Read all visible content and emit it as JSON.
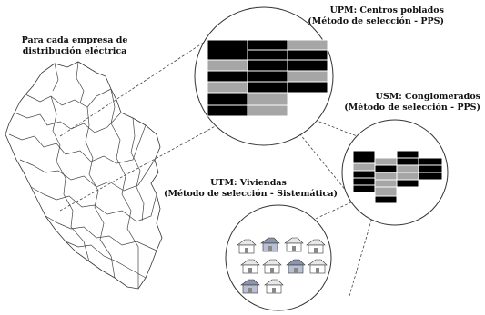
{
  "map_caption": {
    "line1": "Para cada empresa de",
    "line2": "distribución eléctrica"
  },
  "upm": {
    "title": "UPM: Centros poblados",
    "method": "(Método de selección - PPS)"
  },
  "usm": {
    "title": "USM: Conglomerados",
    "method": "(Método de selección - PPS)"
  },
  "utm": {
    "title": "UTM: Viviendas",
    "method": "(Método de selección - Sistemática)"
  },
  "colors": {
    "block_black": "#000000",
    "block_gray": "#a6a6a6",
    "house_light": "#e8e8e8",
    "house_blue": "#8c95ad",
    "outline": "#333333"
  },
  "icons": {
    "house": "house-icon",
    "map": "peru-map"
  }
}
